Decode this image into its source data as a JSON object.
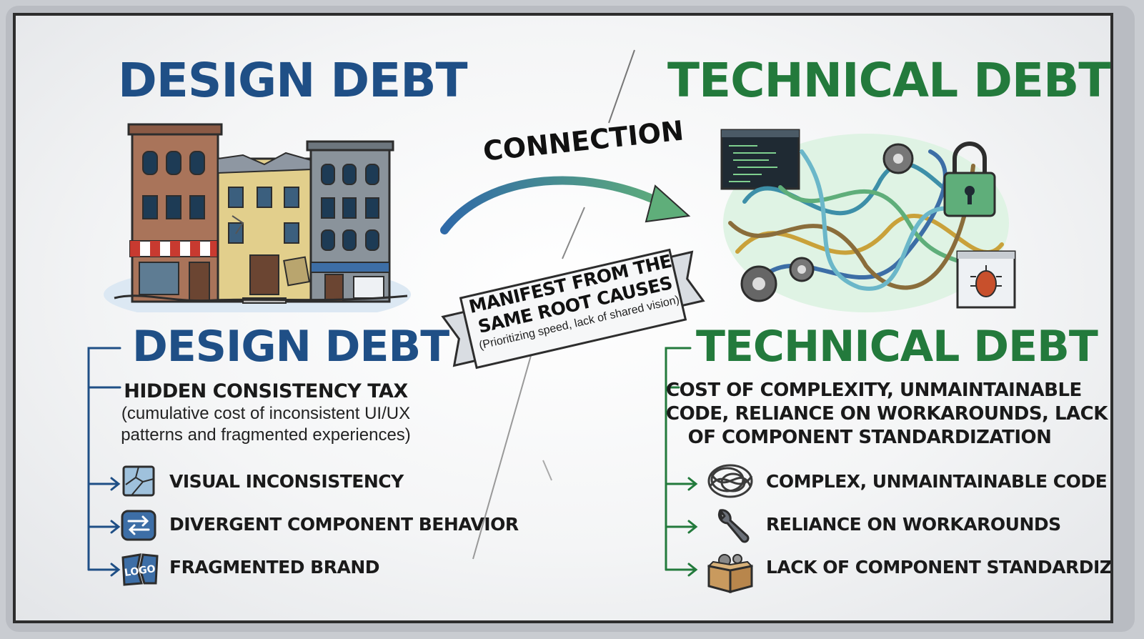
{
  "left": {
    "title": "DESIGN DEBT",
    "section_title": "DESIGN DEBT",
    "subtitle": "HIDDEN CONSISTENCY TAX",
    "description_line1": "(cumulative cost of inconsistent UI/UX",
    "description_line2": "patterns and fragmented experiences)",
    "items": [
      {
        "label": "VISUAL INCONSISTENCY",
        "icon": "cracked-glass-icon"
      },
      {
        "label": "DIVERGENT COMPONENT BEHAVIOR",
        "icon": "swap-arrows-icon"
      },
      {
        "label": "FRAGMENTED BRAND",
        "icon": "broken-logo-icon",
        "icon_text": "LOGO"
      }
    ],
    "accent": "#1f4f86"
  },
  "right": {
    "title": "TECHNICAL DEBT",
    "section_title": "TECHNICAL DEBT",
    "subtitle_line1": "COST OF COMPLEXITY, UNMAINTAINABLE",
    "subtitle_line2": "CODE, RELIANCE ON WORKAROUNDS, LACK",
    "subtitle_line3": "OF COMPONENT STANDARDIZATION",
    "items": [
      {
        "label": "COMPLEX, UNMAINTAINABLE CODE",
        "icon": "tangled-wires-icon"
      },
      {
        "label": "RELIANCE ON WORKAROUNDS",
        "icon": "wrench-icon"
      },
      {
        "label": "LACK OF COMPONENT STANDARDIZATION",
        "icon": "parts-box-icon"
      }
    ],
    "accent": "#237a3c"
  },
  "center": {
    "connection_label": "CONNECTION",
    "banner_line1": "MANIFEST FROM THE",
    "banner_line2": "SAME ROOT CAUSES",
    "banner_note": "(Prioritizing speed, lack of shared vision)"
  }
}
